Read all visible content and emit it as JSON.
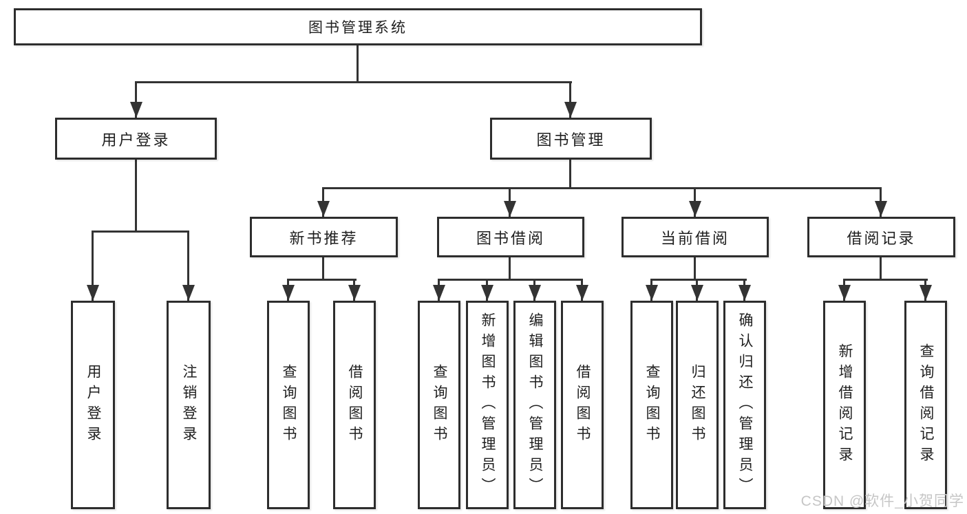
{
  "colors": {
    "line": "#333333",
    "border": "#2d2d2d",
    "text": "#1f1f1f",
    "watermark": "#c6c6c6",
    "background": "#ffffff"
  },
  "tree": {
    "label": "图书管理系统",
    "children": [
      {
        "label": "用户登录",
        "children": [
          {
            "label": "用户登录"
          },
          {
            "label": "注销登录"
          }
        ]
      },
      {
        "label": "图书管理",
        "children": [
          {
            "label": "新书推荐",
            "children": [
              {
                "label": "查询图书"
              },
              {
                "label": "借阅图书"
              }
            ]
          },
          {
            "label": "图书借阅",
            "children": [
              {
                "label": "查询图书"
              },
              {
                "label": "新增图书（管理员）"
              },
              {
                "label": "编辑图书（管理员）"
              },
              {
                "label": "借阅图书"
              }
            ]
          },
          {
            "label": "当前借阅",
            "children": [
              {
                "label": "查询图书"
              },
              {
                "label": "归还图书"
              },
              {
                "label": "确认归还（管理员）"
              }
            ]
          },
          {
            "label": "借阅记录",
            "children": [
              {
                "label": "新增借阅记录"
              },
              {
                "label": "查询借阅记录"
              }
            ]
          }
        ]
      }
    ]
  },
  "watermark": {
    "text": "CSDN @软件_小贺同学"
  }
}
